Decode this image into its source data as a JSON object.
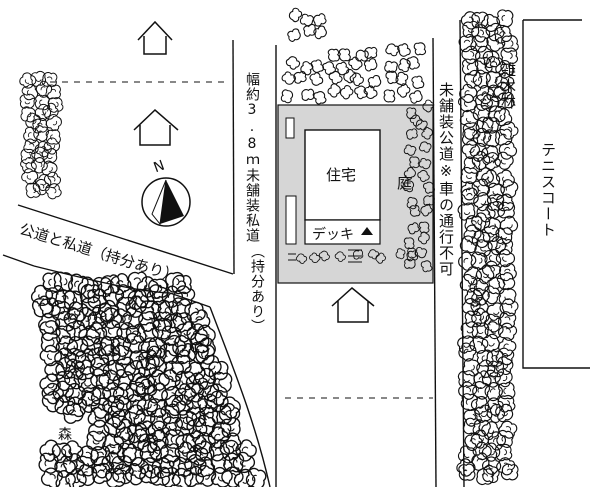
{
  "labels": {
    "house": "住宅",
    "deck": "デッキ",
    "garden": "庭",
    "public_road_private": "公道と私道（持分あり）",
    "private_road": "幅約3.8ｍ未舗装私道",
    "private_road_share": "（持分あり）",
    "public_road_unpaved": "未舗装公道※車の通行不可",
    "mixed_forest": "雑木林",
    "tennis_court": "テニスコート",
    "forest": "森",
    "north": "N"
  },
  "icons": [
    "house-outline-icon",
    "north-arrow-icon",
    "tree-icon"
  ],
  "colors": {
    "site_fill": "#d6d6d6",
    "house_fill": "#ffffff",
    "ink": "#111111"
  }
}
